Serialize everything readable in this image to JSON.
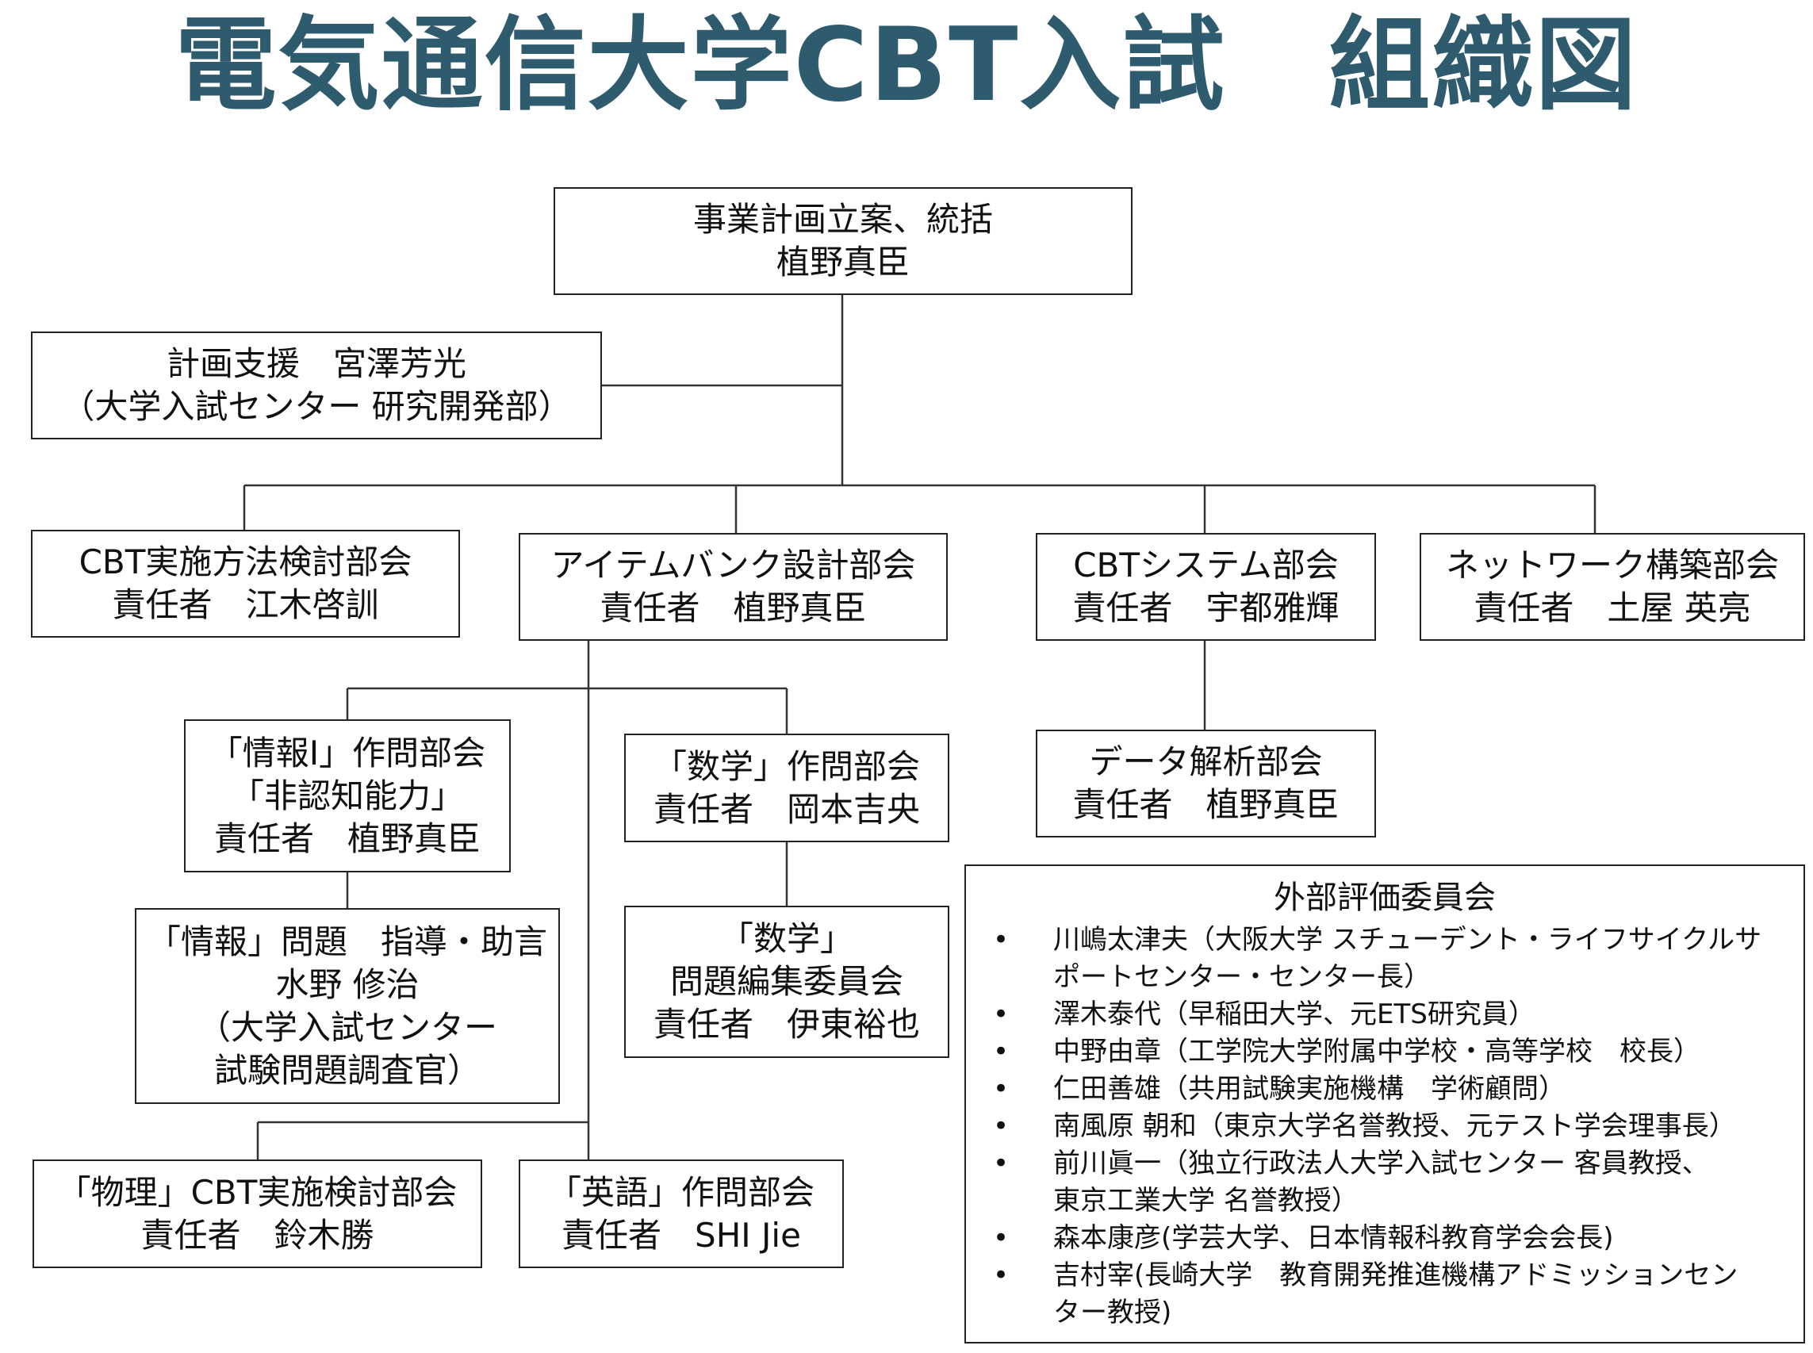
{
  "title": "電気通信大学CBT入試　組織図",
  "nodes": {
    "top": [
      "事業計画立案、統括",
      "植野真臣"
    ],
    "support": [
      "計画支援　宮澤芳光",
      "（大学入試センター 研究開発部）"
    ],
    "cbt_method": [
      "CBT実施方法検討部会",
      "責任者　江木啓訓"
    ],
    "item_bank": [
      "アイテムバンク設計部会",
      "責任者　植野真臣"
    ],
    "cbt_system": [
      "CBTシステム部会",
      "責任者　宇都雅輝"
    ],
    "network": [
      "ネットワーク構築部会",
      "責任者　土屋 英亮"
    ],
    "joho": [
      "「情報Ⅰ」作問部会",
      "「非認知能力」",
      "責任者　植野真臣"
    ],
    "math": [
      "「数学」作問部会",
      "責任者　岡本吉央"
    ],
    "data": [
      "データ解析部会",
      "責任者　植野真臣"
    ],
    "joho_advice": [
      "「情報」問題　指導・助言",
      "水野 修治",
      "（大学入試センター",
      "試験問題調査官）"
    ],
    "math_edit": [
      "「数学」",
      "問題編集委員会",
      "責任者　伊東裕也"
    ],
    "physics": [
      "「物理」CBT実施検討部会",
      "責任者　鈴木勝"
    ],
    "english": [
      "「英語」作問部会",
      "責任者　SHI Jie"
    ]
  },
  "committee": {
    "title": "外部評価委員会",
    "bullet": "•",
    "members": [
      [
        "川嶋太津夫（大阪大学 スチューデント・ライフサイクルサ",
        "ポートセンター・センター長）"
      ],
      [
        "澤木泰代（早稲田大学、元ETS研究員）"
      ],
      [
        "中野由章（工学院大学附属中学校・高等学校　校長）"
      ],
      [
        "仁田善雄（共用試験実施機構　学術顧問）"
      ],
      [
        "南風原 朝和（東京大学名誉教授、元テスト学会理事長）"
      ],
      [
        "前川眞一（独立行政法人大学入試センター 客員教授、",
        "東京工業大学 名誉教授）"
      ],
      [
        "森本康彦(学芸大学、日本情報科教育学会会長)"
      ],
      [
        "吉村宰(長崎大学　教育開発推進機構アドミッションセン",
        "ター教授)"
      ]
    ]
  },
  "colors": {
    "title": "#2F5B6E",
    "border": "#222222",
    "line": "#333333"
  }
}
